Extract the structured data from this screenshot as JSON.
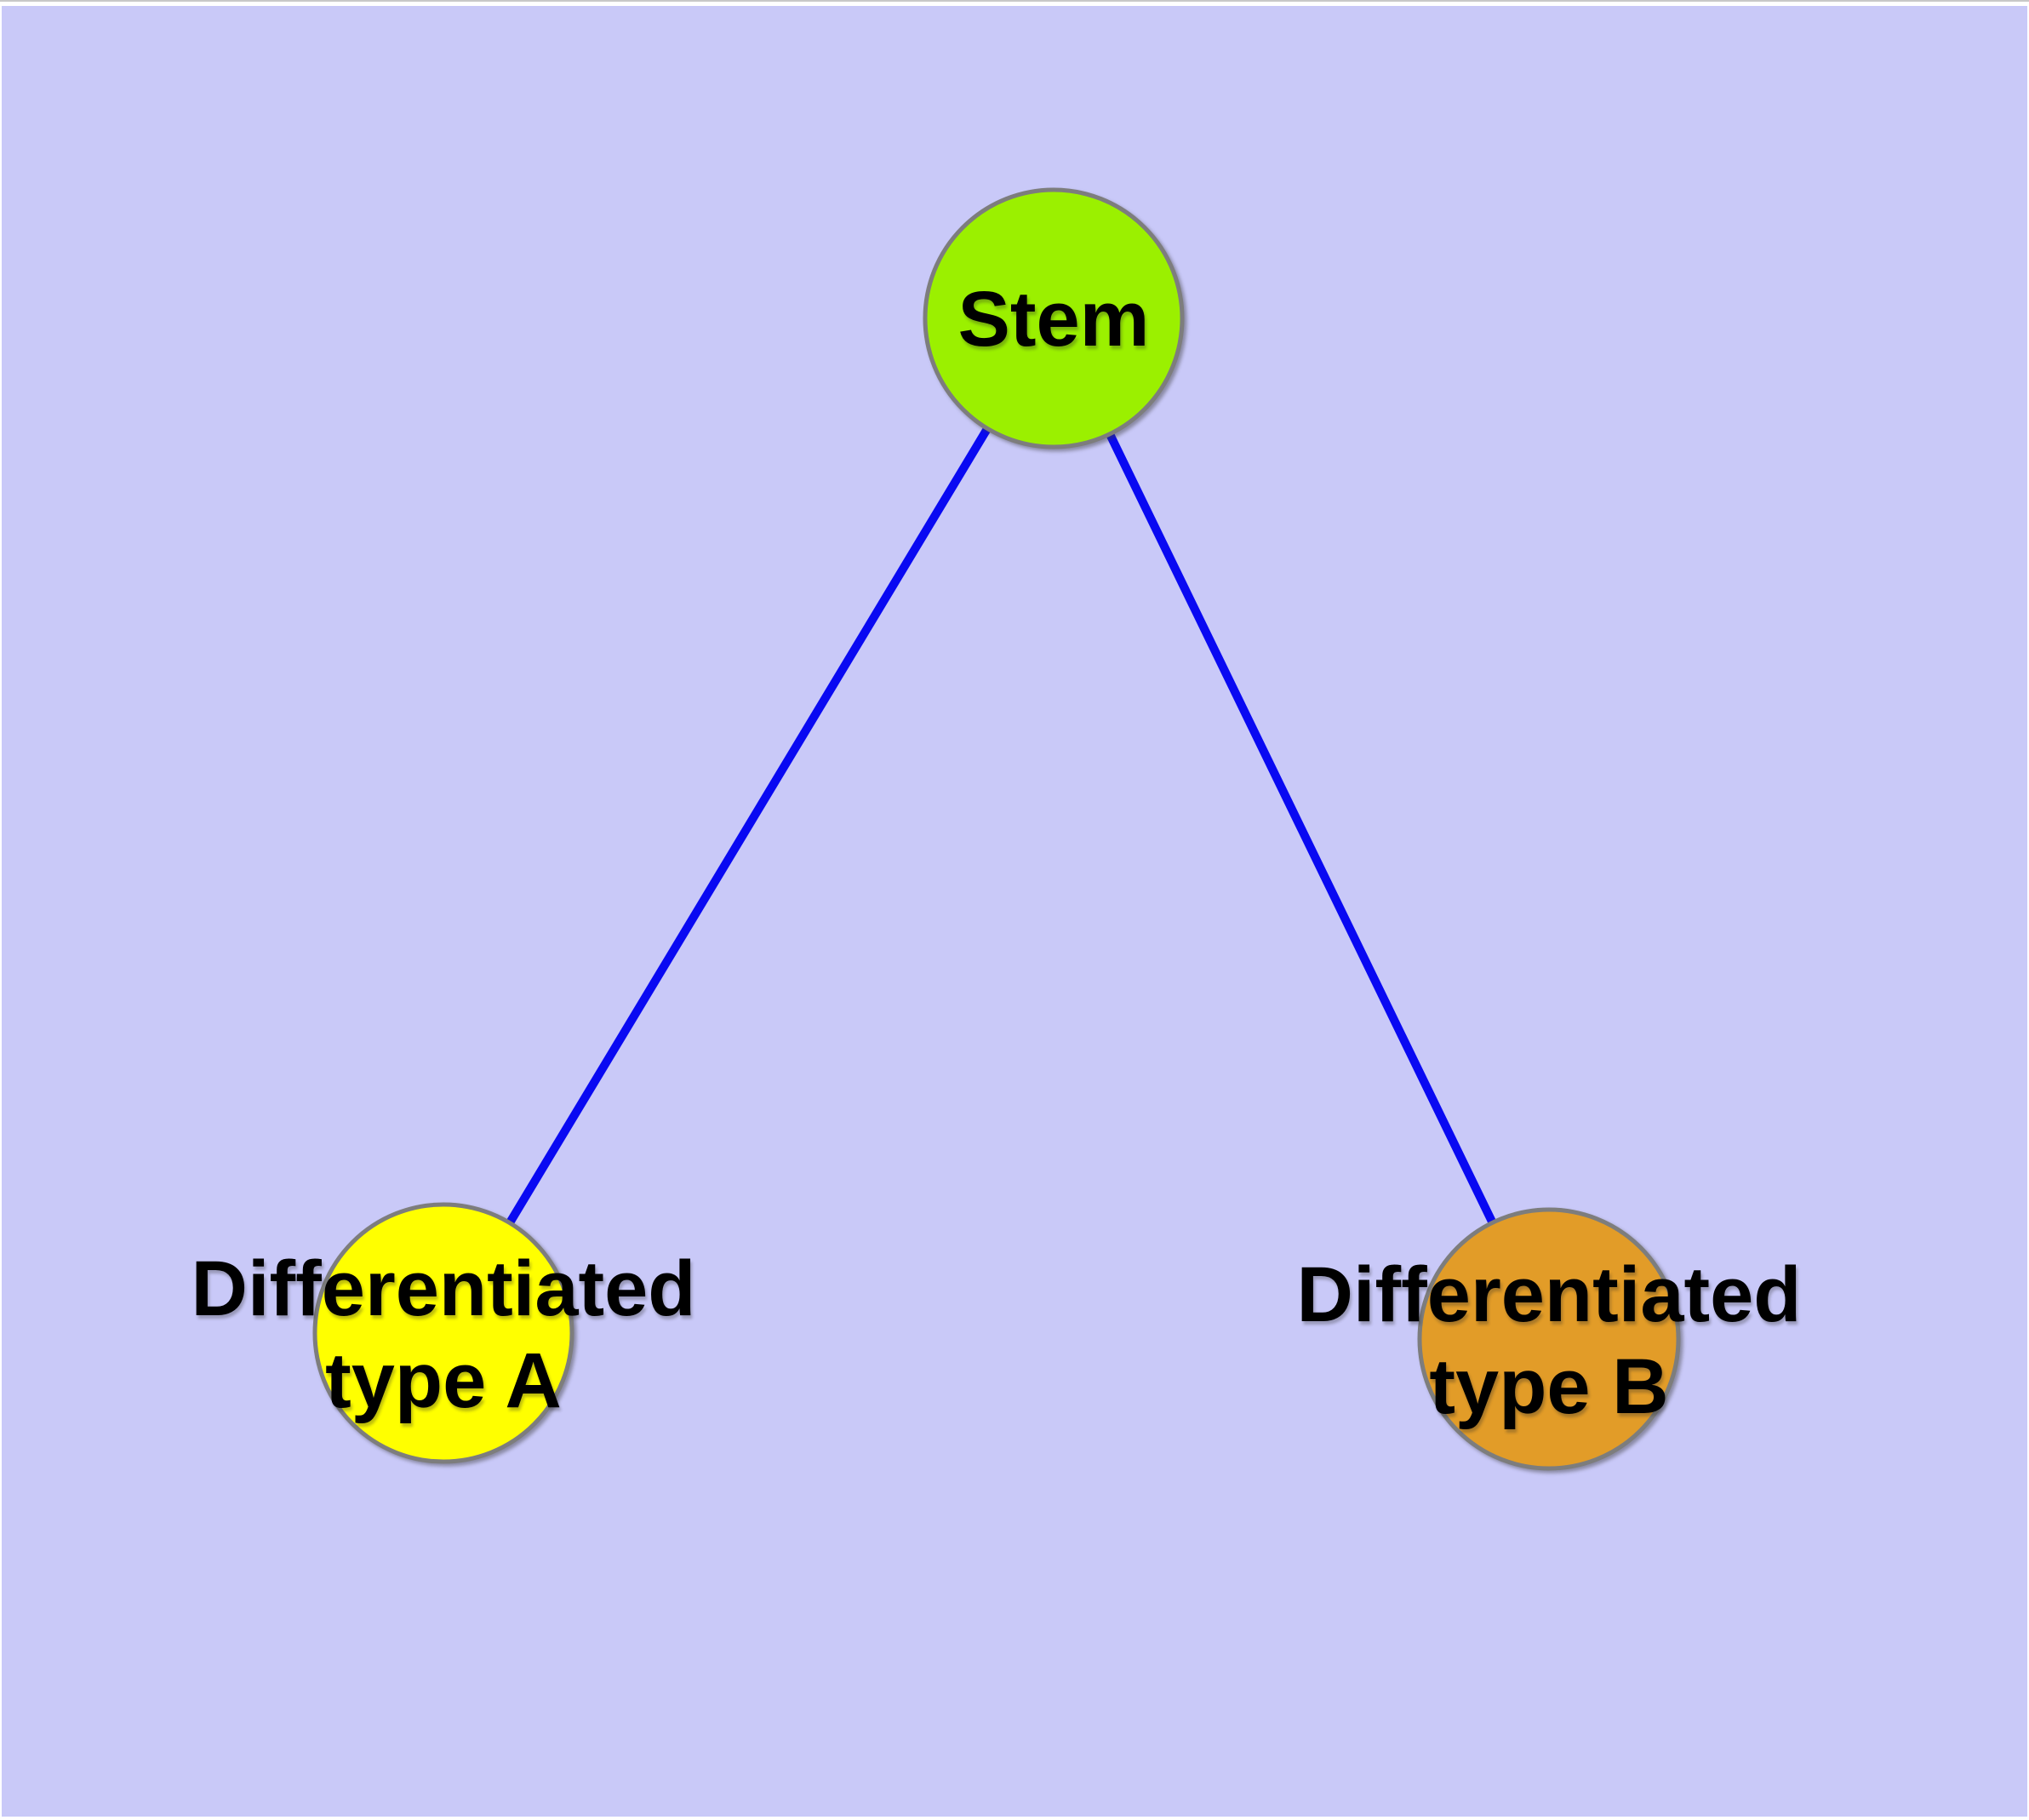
{
  "diagram": {
    "title": "",
    "background_color": "#c9c9f8",
    "top_hairline_color": "#c8c8c8",
    "edge_color": "#0909f2",
    "node_border_color": "#7d7d7d",
    "label_text_color": "#000000",
    "nodes": [
      {
        "id": "stem",
        "label": "Stem",
        "fill": "#9bf000"
      },
      {
        "id": "differentiated-type-a",
        "label_line1": "Differentiated",
        "label_line2": "type A",
        "fill": "#ffff00"
      },
      {
        "id": "differentiated-type-b",
        "label_line1": "Differentiated",
        "label_line2": "type B",
        "fill": "#e29c28"
      }
    ],
    "edges": [
      {
        "from": "Stem",
        "to": "Differentiated type A"
      },
      {
        "from": "Stem",
        "to": "Differentiated type B"
      }
    ]
  }
}
